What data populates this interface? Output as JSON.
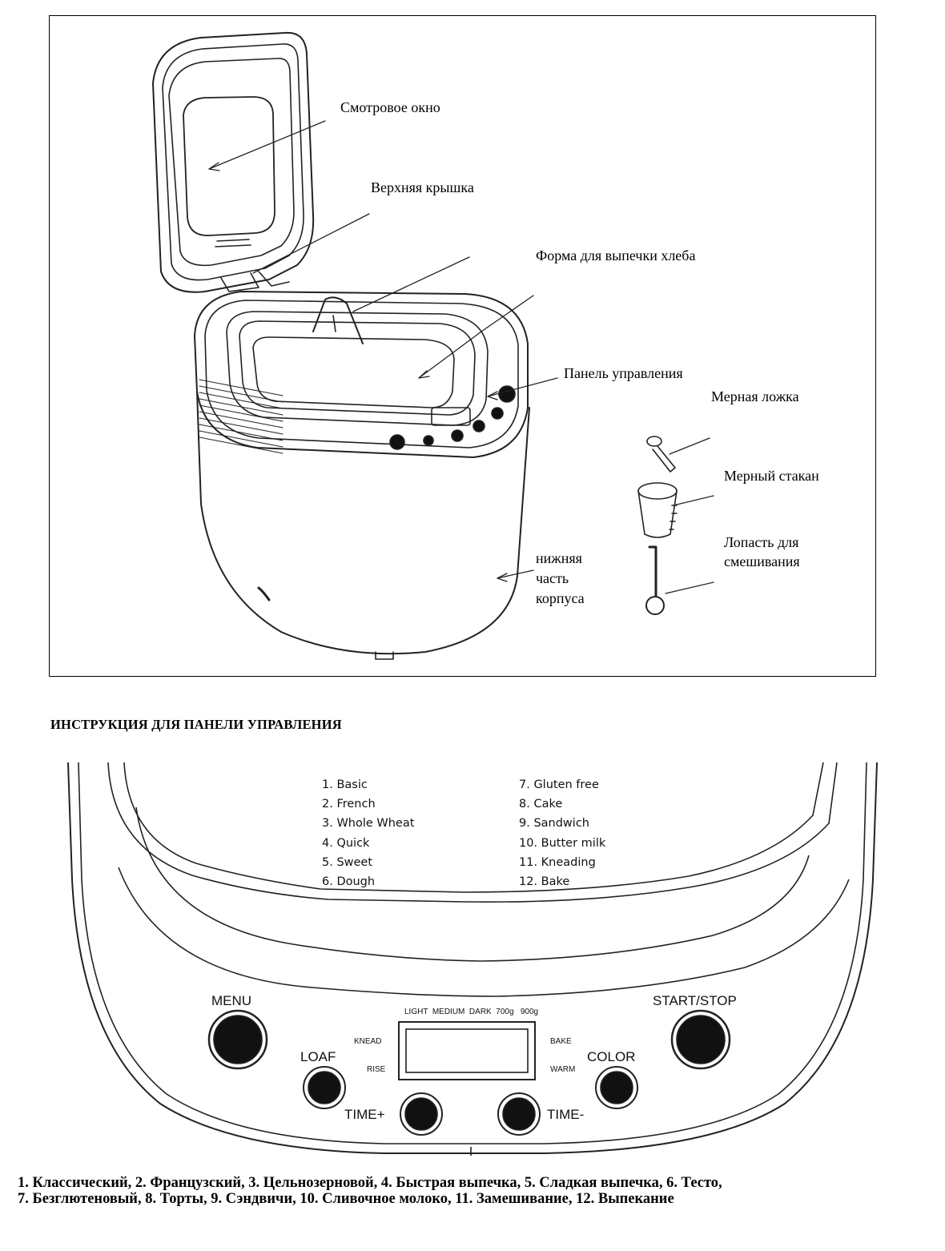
{
  "diagram": {
    "labels": {
      "viewing_window": "Смотровое окно",
      "top_lid": "Верхняя крышка",
      "bread_pan": "Форма для выпечки хлеба",
      "control_panel": "Панель управления",
      "measuring_spoon": "Мерная ложка",
      "measuring_cup": "Мерный стакан",
      "kneading_paddle_line1": "Лопасть для",
      "kneading_paddle_line2": "смешивания",
      "lower_body_line1": "нижняя",
      "lower_body_line2": "часть",
      "lower_body_line3": "корпуса"
    }
  },
  "section_heading": "ИНСТРУКЦИЯ ДЛЯ ПАНЕЛИ УПРАВЛЕНИЯ",
  "control_panel": {
    "menu_left": [
      "1. Basic",
      "2. French",
      "3. Whole Wheat",
      "4. Quick",
      "5. Sweet",
      "6. Dough"
    ],
    "menu_right": [
      "7. Gluten free",
      "8. Cake",
      "9. Sandwich",
      "10. Butter milk",
      "11. Kneading",
      "12. Bake"
    ],
    "buttons": {
      "menu": "MENU",
      "start_stop": "START/STOP",
      "loaf": "LOAF",
      "color": "COLOR",
      "time_plus": "TIME+",
      "time_minus": "TIME-"
    },
    "display": {
      "top_indicators": "LIGHT  MEDIUM  DARK  700g   900g",
      "knead": "KNEAD",
      "rise": "RISE",
      "bake": "BAKE",
      "warm": "WARM"
    }
  },
  "footer": {
    "line1": "1. Классический, 2. Французский, 3. Цельнозерновой, 4. Быстрая выпечка, 5. Сладкая выпечка, 6. Тесто,",
    "line2": "7. Безглютеновый, 8. Торты, 9. Сэндвичи, 10. Сливочное молоко, 11. Замешивание, 12. Выпекание"
  }
}
